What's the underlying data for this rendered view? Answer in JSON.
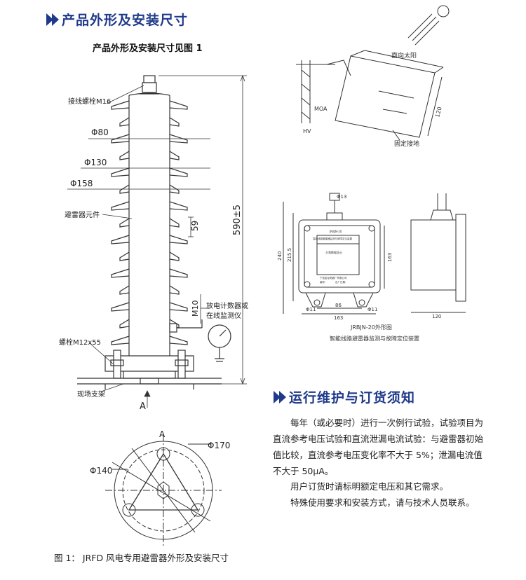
{
  "section1": {
    "title": "产品外形及安装尺寸"
  },
  "subtitle": "产品外形及安装尺寸见图 1",
  "arrester": {
    "labels": {
      "terminal_bolt": "接线螺栓M16",
      "d80": "Φ80",
      "d130": "Φ130",
      "d158": "Φ158",
      "element": "避雷器元件",
      "pitch": "59",
      "height": "590±5",
      "m10": "M10",
      "counter_line1": "放电计数器或",
      "counter_line2": "在线监测仪",
      "bolt_m12": "螺栓M12x55",
      "support": "现场支架",
      "view_a": "A"
    },
    "bottom_view": {
      "title": "A",
      "d170": "Φ170",
      "d140": "Φ140"
    }
  },
  "monitor": {
    "side_view": {
      "sun": "面向太阳",
      "moa": "MOA",
      "hv": "HV",
      "ground": "固定接地",
      "dim": "120"
    },
    "front_view": {
      "ground_symbol": "Φ13",
      "dim_240": "240",
      "dim_2155": "215.5",
      "dim_163v": "163",
      "dim_86": "86",
      "dim_163h": "163",
      "hole": "Φ11",
      "hole2": "Φ11",
      "dim_120": "120",
      "screen_title": "JRBJN-20",
      "screen_line": "智能线路避雷器监测与故障定位装置",
      "display": "主频数据显示",
      "footer1": "宁波金龙电器厂有限公司",
      "footer2": "编号:",
      "footer3": "出厂日期:"
    },
    "caption1": "JRBJN-20外形图",
    "caption2": "智能线路避雷器监测与故障定位装置"
  },
  "section2": {
    "title": "运行维护与订货须知"
  },
  "paragraphs": [
    "每年（或必要时）进行一次例行试验，试验项目为直流参考电压试验和直流泄漏电流试验：与避雷器初始值比较，直流参考电压变化率不大于 5%；泄漏电流值不大于 50μA。",
    "用户订货时请标明额定电压和其它需求。",
    "特殊使用要求和安装方式，请与技术人员联系。"
  ],
  "figure_caption": "图 1：  JRFD 风电专用避雷器外形及安装尺寸",
  "colors": {
    "accent": "#1f3a8a",
    "line": "#333333"
  }
}
